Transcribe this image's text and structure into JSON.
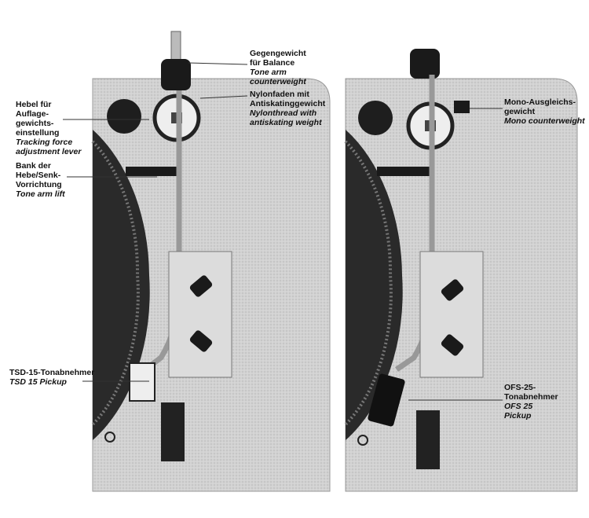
{
  "left_turntable": {
    "labels": {
      "tracking_force": {
        "de": [
          "Hebel für",
          "Auflage-",
          "gewichts-",
          "einstellung"
        ],
        "en": [
          "Tracking force",
          "adjustment lever"
        ]
      },
      "tone_arm_lift": {
        "de": [
          "Bank der",
          "Hebe/Senk-",
          "Vorrichtung"
        ],
        "en": [
          "Tone arm lift"
        ]
      },
      "counterweight": {
        "de": [
          "Gegengewicht",
          "für Balance"
        ],
        "en": [
          "Tone arm",
          "counterweight"
        ]
      },
      "nylon_thread": {
        "de": [
          "Nylonfaden mit",
          "Antiskatinggewicht"
        ],
        "en": [
          "Nylonthread with",
          "antiskating weight"
        ]
      },
      "pickup": {
        "de": [
          "TSD-15-Tonabnehmer"
        ],
        "en": [
          "TSD 15 Pickup"
        ]
      }
    }
  },
  "right_turntable": {
    "labels": {
      "mono_counterweight": {
        "de": [
          "Mono-Ausgleichs-",
          "gewicht"
        ],
        "en": [
          "Mono counterweight"
        ]
      },
      "pickup": {
        "de": [
          "OFS-25-",
          "Tonabnehmer"
        ],
        "en": [
          "OFS 25",
          "Pickup"
        ]
      }
    }
  },
  "colors": {
    "plinth": "#cfcfcf",
    "platter": "#2b2b2b",
    "ink": "#111111"
  }
}
